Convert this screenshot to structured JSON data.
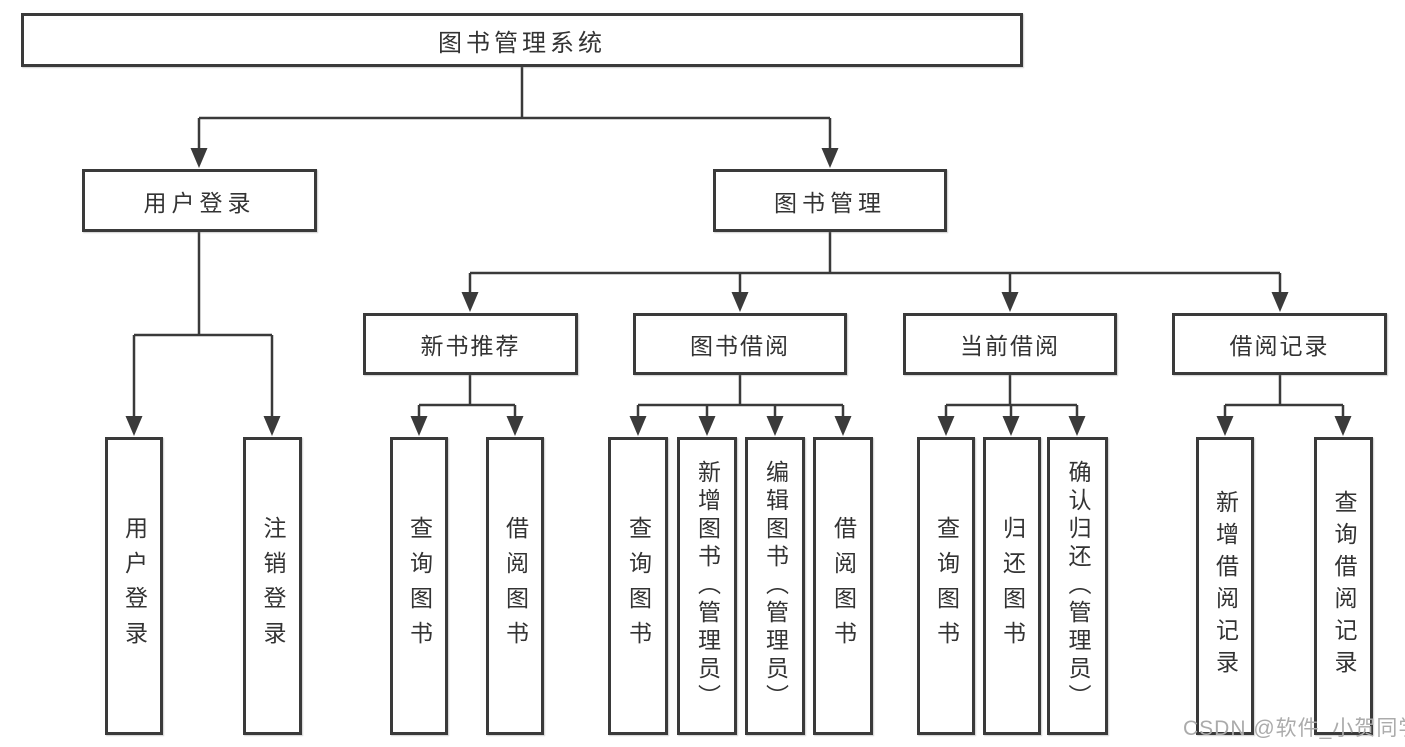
{
  "diagram": {
    "root": {
      "label": "图书管理系统"
    },
    "branches": [
      {
        "label": "用户登录",
        "children": [
          {
            "label": "用户登录"
          },
          {
            "label": "注销登录"
          }
        ]
      },
      {
        "label": "图书管理",
        "children": [
          {
            "label": "新书推荐",
            "children": [
              {
                "label": "查询图书"
              },
              {
                "label": "借阅图书"
              }
            ]
          },
          {
            "label": "图书借阅",
            "children": [
              {
                "label": "查询图书"
              },
              {
                "label": "新增图书（管理员）"
              },
              {
                "label": "编辑图书（管理员）"
              },
              {
                "label": "借阅图书"
              }
            ]
          },
          {
            "label": "当前借阅",
            "children": [
              {
                "label": "查询图书"
              },
              {
                "label": "归还图书"
              },
              {
                "label": "确认归还（管理员）"
              }
            ]
          },
          {
            "label": "借阅记录",
            "children": [
              {
                "label": "新增借阅记录"
              },
              {
                "label": "查询借阅记录"
              }
            ]
          }
        ]
      }
    ]
  },
  "watermark": {
    "text": "CSDN @软件_小贺同学"
  },
  "colors": {
    "line": "#3a3a3a",
    "box_border": "#3a3a3a",
    "box_fill": "#ffffff",
    "text": "#333333",
    "watermark": "#ababab",
    "background": "#ffffff"
  }
}
